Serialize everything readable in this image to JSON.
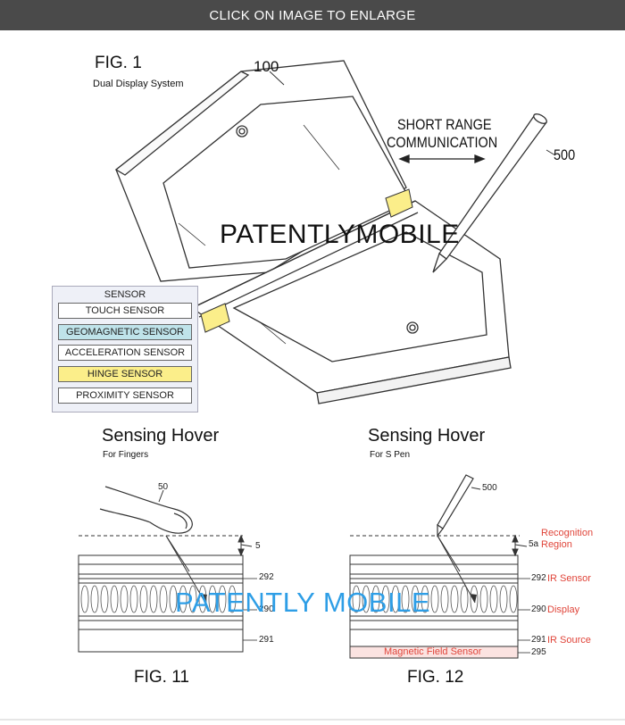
{
  "header": {
    "text": "CLICK ON IMAGE TO ENLARGE"
  },
  "fig1": {
    "title": "FIG. 1",
    "subtitle": "Dual Display System",
    "ref_device": "100",
    "ref_pen": "500",
    "comm_line1": "SHORT RANGE",
    "comm_line2": "COMMUNICATION",
    "sensor_panel": {
      "header": "SENSOR",
      "items": [
        {
          "label": "TOUCH SENSOR",
          "color": "#ffffff"
        },
        {
          "label": "GEOMAGNETIC SENSOR",
          "color": "#bfe3ea"
        },
        {
          "label": "ACCELERATION SENSOR",
          "color": "#ffffff"
        },
        {
          "label": "HINGE SENSOR",
          "color": "#fbee8a"
        },
        {
          "label": "PROXIMITY SENSOR",
          "color": "#ffffff"
        }
      ]
    }
  },
  "watermark_top": "PATENTLYMOBILE",
  "watermark_bottom": "PATENTLY MOBILE",
  "fig11": {
    "title": "Sensing Hover",
    "subtitle": "For Fingers",
    "ref_finger": "50",
    "ref_gap": "5",
    "ref_292": "292",
    "ref_290": "290",
    "ref_291": "291",
    "caption": "FIG. 11"
  },
  "fig12": {
    "title": "Sensing Hover",
    "subtitle": "For S Pen",
    "ref_pen": "500",
    "ref_gap": "5a",
    "recognition_line1": "Recognition",
    "recognition_line2": "Region",
    "ref_292": "292",
    "label_292": "IR Sensor",
    "ref_290": "290",
    "label_290": "Display",
    "ref_291": "291",
    "label_291": "IR Source",
    "magnetic_label": "Magnetic Field Sensor",
    "ref_295": "295",
    "caption": "FIG. 12"
  },
  "colors": {
    "accent_red": "#e0453a",
    "watermark_blue": "#2e9ee6",
    "hinge_yellow": "#fbee8a"
  }
}
